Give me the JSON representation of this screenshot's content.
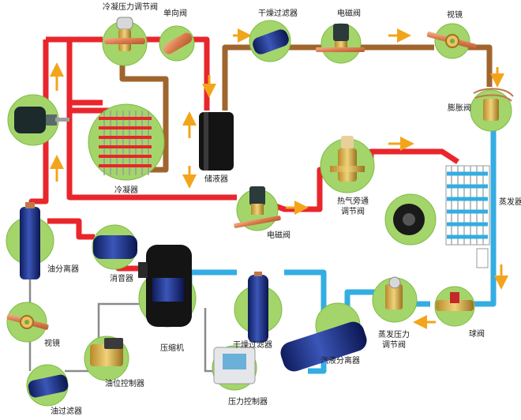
{
  "colors": {
    "hot_gas": "#e8262b",
    "liquid": "#a0652e",
    "suction": "#33ade2",
    "oil": "#8a8a8a",
    "arrow": "#f2a51b",
    "node_fill": "#a3d56b",
    "node_stroke": "#7fbc45"
  },
  "components": {
    "condenser_pressure_valve": "冷凝压力调节阀",
    "check_valve": "单向阀",
    "filter_drier_top": "干燥过滤器",
    "solenoid_valve_top": "电磁阀",
    "sight_glass_top": "视镜",
    "expansion_valve": "膨胀阀",
    "condenser": "冷凝器",
    "receiver": "储液器",
    "solenoid_valve_mid": "电磁阀",
    "hot_gas_bypass_line1": "热气旁通",
    "hot_gas_bypass_line2": "调节阀",
    "evaporator": "蒸发器",
    "oil_separator": "油分离器",
    "muffler": "消音器",
    "compressor": "压缩机",
    "filter_drier_bottom": "干燥过滤器",
    "accumulator": "汽液分离器",
    "evap_pressure_valve_line1": "蒸发压力",
    "evap_pressure_valve_line2": "调节阀",
    "ball_valve": "球阀",
    "sight_glass_bottom": "视镜",
    "oil_level_controller": "油位控制器",
    "oil_filter": "油过滤器",
    "pressure_controller": "压力控制器"
  }
}
